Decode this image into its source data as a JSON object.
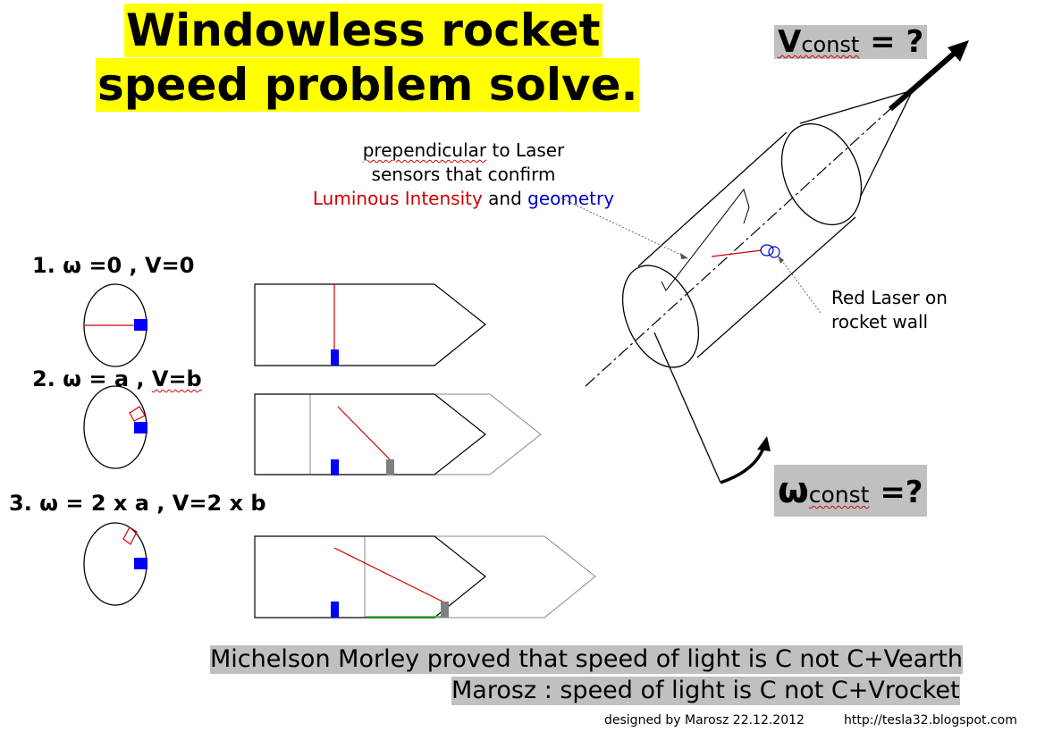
{
  "title": {
    "line1": "Windowless rocket",
    "line2": "speed problem solve."
  },
  "velocity_label": {
    "symbol": "V",
    "subscript": "const",
    "suffix": " = ?"
  },
  "omega_label": {
    "symbol": "ω",
    "subscript": "const",
    "suffix": " =?"
  },
  "annotation_sensors": {
    "word1": "prependicular",
    "line1_rest": " to Laser",
    "line2": "sensors that confirm",
    "luminous": "Luminous Intensity",
    "and": " and ",
    "geometry": "geometry"
  },
  "annotation_laser": {
    "line1": "Red Laser on",
    "line2": "rocket wall"
  },
  "cases": [
    {
      "label_a": "1. ω =0 , V=0",
      "label_b": ""
    },
    {
      "label_a": "2. ω = a , ",
      "label_b": "V=b"
    },
    {
      "label_a": "3. ω = 2 x a  , V=2 x b",
      "label_b": ""
    }
  ],
  "bottom": {
    "line1": "Michelson Morley proved that speed of light  is C not C+Vearth",
    "line2": "Marosz : speed of light  is  C not C+Vrocket"
  },
  "footer": {
    "designed": "designed by Marosz 22.12.2012",
    "url": "http://tesla32.blogspot.com"
  },
  "colors": {
    "title_bg": "#ffff00",
    "label_bg": "#c0c0c0",
    "laser": "#d00000",
    "sensor": "#0000ff",
    "luminous_text": "#d00000",
    "geometry_text": "#0000cc",
    "green_path": "#22cc22"
  }
}
